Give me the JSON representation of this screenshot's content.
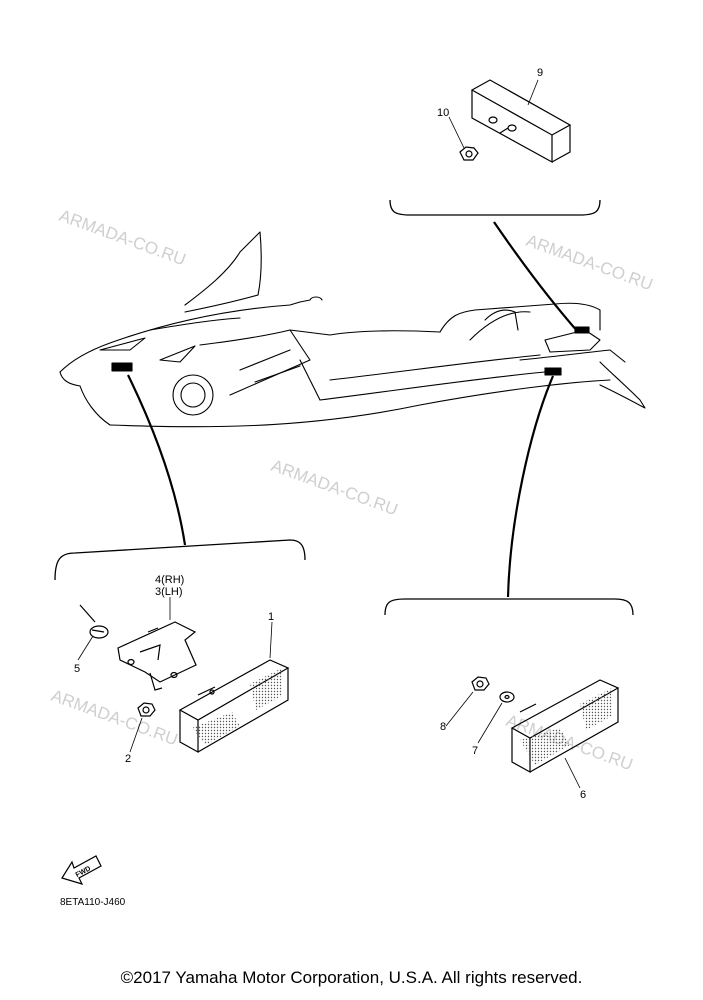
{
  "watermarks": [
    "ARMADA-CO.RU",
    "ARMADA-CO.RU",
    "ARMADA-CO.RU",
    "ARMADA-CO.RU",
    "ARMADA-CO.RU"
  ],
  "callouts": {
    "p1": "1",
    "p2": "2",
    "p3_4": "4(RH)",
    "p3_3": "3(LH)",
    "p5": "5",
    "p6": "6",
    "p7": "7",
    "p8": "8",
    "p9": "9",
    "p10": "10"
  },
  "fwd_label": "FWD",
  "diagram_code": "8ETA110-J460",
  "copyright": "©2017 Yamaha Motor Corporation, U.S.A. All rights reserved."
}
